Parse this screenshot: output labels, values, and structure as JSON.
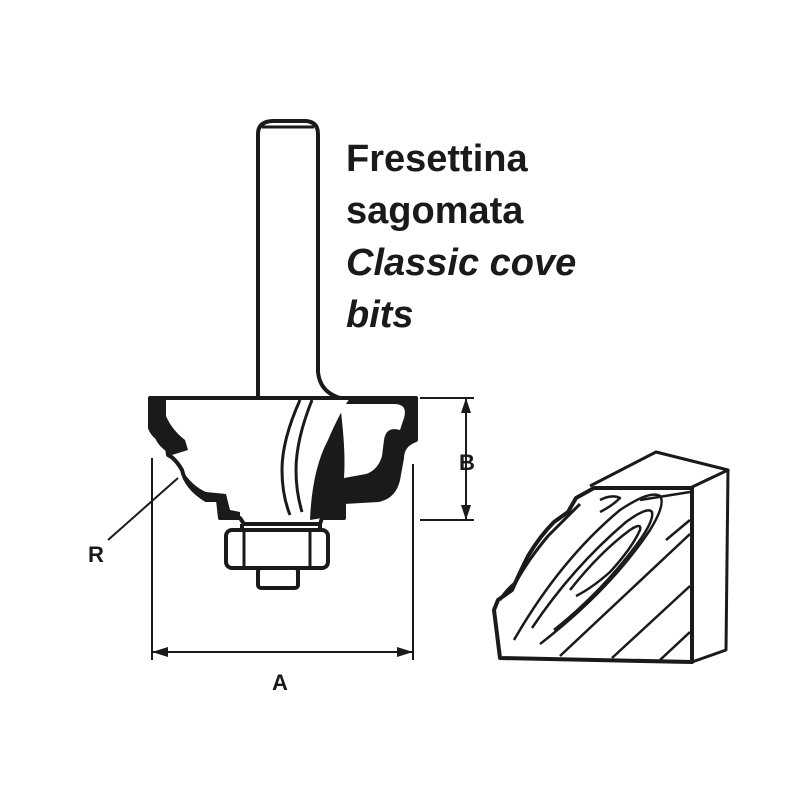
{
  "title": {
    "line1": "Fresettina",
    "line2": "sagomata",
    "line3": "Classic cove",
    "line4": "bits"
  },
  "dimensions": {
    "a": "A",
    "b": "B",
    "r": "R"
  },
  "colors": {
    "ink": "#1a1a1a",
    "background": "#ffffff"
  }
}
